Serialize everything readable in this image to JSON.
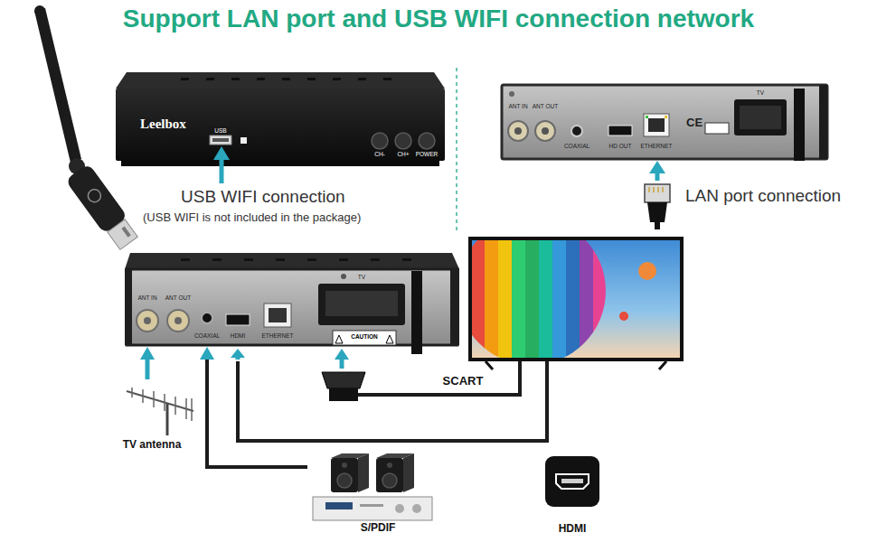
{
  "diagram": {
    "title": "Support LAN port and USB WIFI connection network",
    "nodes": [
      {
        "text": [
          "Leelbox",
          "USB",
          "CH-",
          "CH+",
          "POWER"
        ]
      },
      {
        "text": [
          "ANT IN",
          "ANT OUT",
          "COAXIAL",
          "HD OUT",
          "ETHERNET",
          "CE",
          "TV"
        ]
      },
      {
        "text": [
          "ANT IN",
          "ANT OUT",
          "COAXIAL",
          "HDMI",
          "ETHERNET",
          "TV",
          "CAUTION"
        ]
      },
      {
        "text": [
          "TV antenna"
        ]
      },
      {
        "text": [
          "S/PDIF"
        ]
      },
      {
        "text": [
          "HDMI"
        ]
      }
    ],
    "edges": [
      {
        "from": 3,
        "to": 2,
        "arrow": "to"
      },
      {
        "from": 4,
        "to": 2,
        "arrow": "to"
      }
    ],
    "labels": [
      "USB WIFI connection",
      "(USB WIFI is not included in the package)",
      "LAN port connection",
      "SCART"
    ]
  }
}
